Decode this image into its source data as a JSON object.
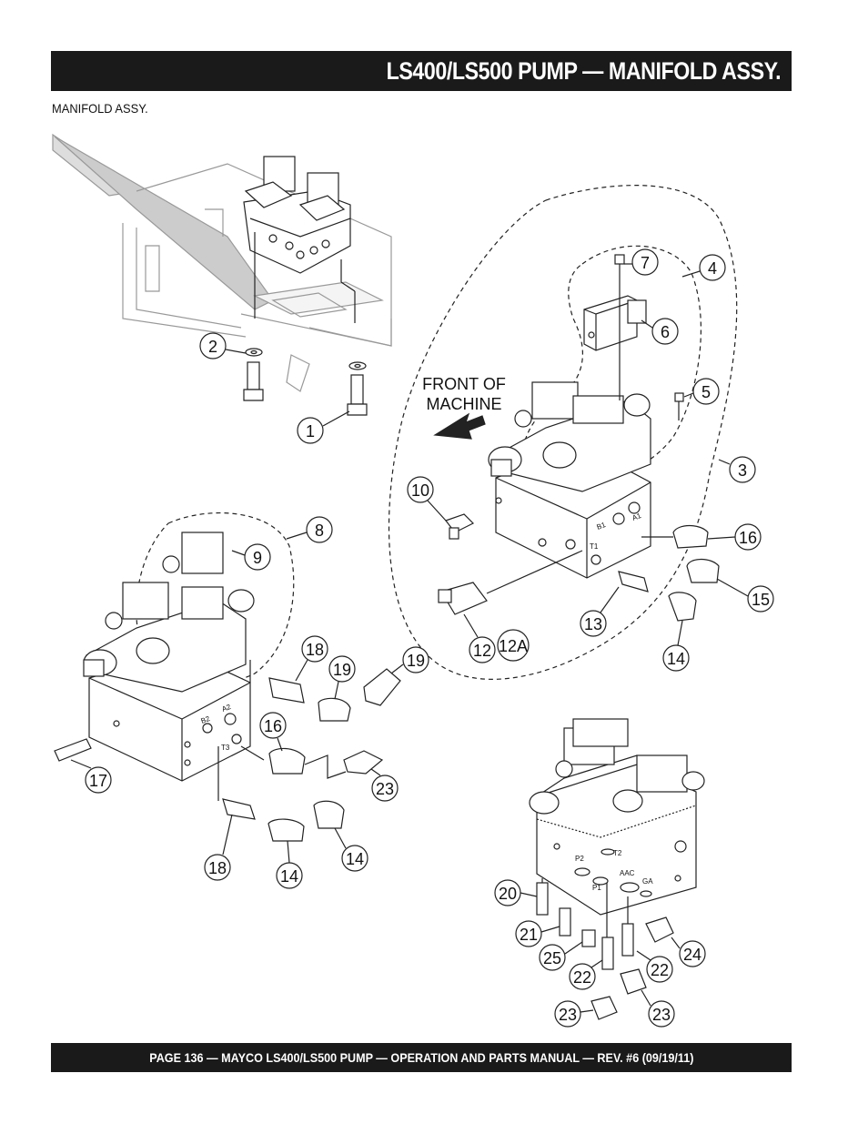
{
  "header": {
    "title": "LS400/LS500 PUMP — MANIFOLD ASSY."
  },
  "section": {
    "subtitle": "MANIFOLD ASSY."
  },
  "diagram": {
    "front_label_line1": "FRONT OF",
    "front_label_line2": "MACHINE",
    "callouts": [
      "1",
      "2",
      "3",
      "4",
      "5",
      "6",
      "7",
      "8",
      "9",
      "10",
      "12",
      "12A",
      "13",
      "14",
      "15",
      "16",
      "16",
      "17",
      "18",
      "18",
      "19",
      "19",
      "14",
      "14",
      "20",
      "21",
      "22",
      "22",
      "23",
      "23",
      "23",
      "24",
      "25"
    ],
    "port_labels": [
      "B1",
      "A1",
      "T1",
      "B2",
      "A2",
      "T3",
      "P2",
      "T2",
      "P1",
      "AAC",
      "GA"
    ]
  },
  "footer": {
    "text": "PAGE 136 — MAYCO LS400/LS500 PUMP — OPERATION AND PARTS MANUAL — REV. #6 (09/19/11)"
  }
}
